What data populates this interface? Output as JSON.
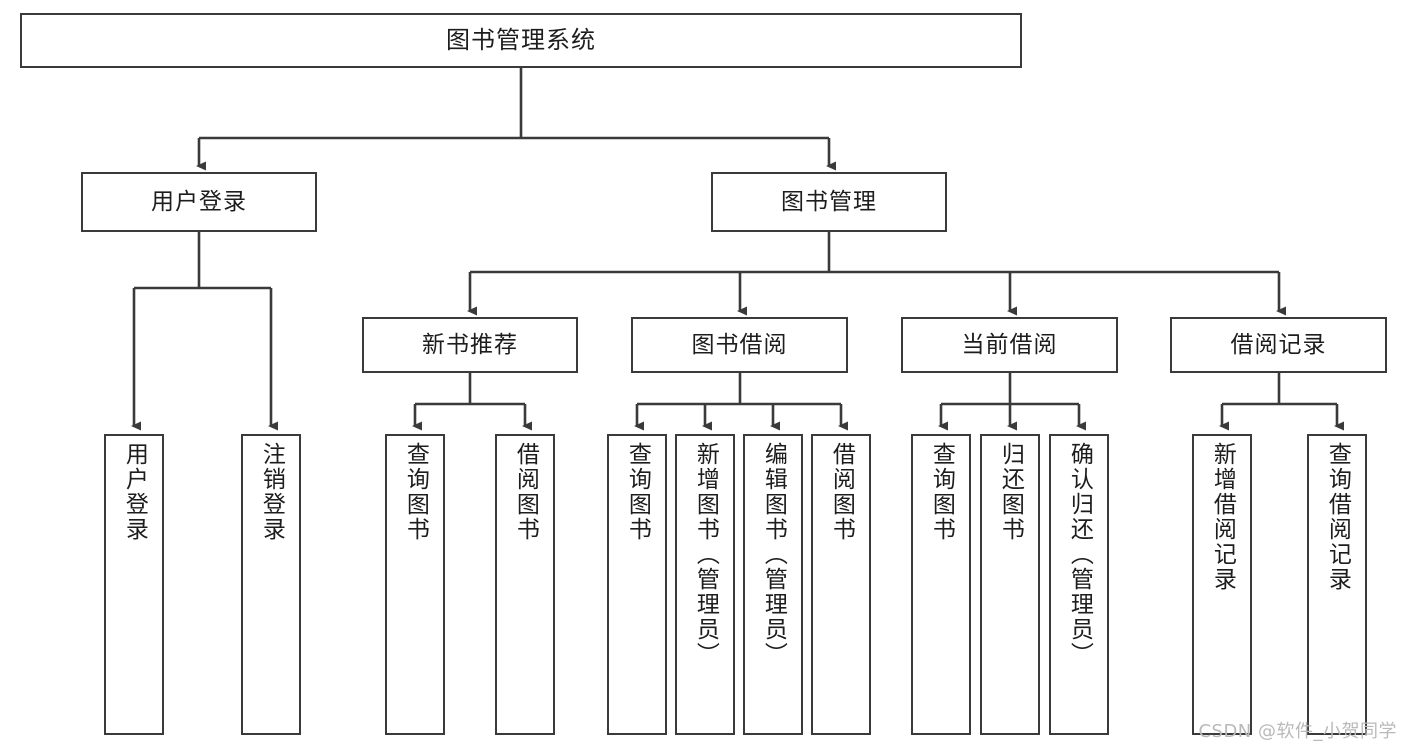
{
  "diagram": {
    "type": "hierarchy-tree",
    "root": {
      "label": "图书管理系统"
    },
    "level2": [
      {
        "label": "用户登录"
      },
      {
        "label": "图书管理"
      }
    ],
    "level3": [
      {
        "label": "新书推荐"
      },
      {
        "label": "图书借阅"
      },
      {
        "label": "当前借阅"
      },
      {
        "label": "借阅记录"
      }
    ],
    "leaves": {
      "user_login": [
        {
          "label": "用户登录"
        },
        {
          "label": "注销登录"
        }
      ],
      "new_book_recommend": [
        {
          "label": "查询图书"
        },
        {
          "label": "借阅图书"
        }
      ],
      "book_borrow": [
        {
          "label": "查询图书"
        },
        {
          "label": "新增图书（管理员）"
        },
        {
          "label": "编辑图书（管理员）"
        },
        {
          "label": "借阅图书"
        }
      ],
      "current_borrow": [
        {
          "label": "查询图书"
        },
        {
          "label": "归还图书"
        },
        {
          "label": "确认归还（管理员）"
        }
      ],
      "borrow_record": [
        {
          "label": "新增借阅记录"
        },
        {
          "label": "查询借阅记录"
        }
      ]
    }
  },
  "watermark": {
    "text": "CSDN @软件_小贺同学"
  },
  "colors": {
    "box_border": "#3a3a3a",
    "line": "#3a3a3a",
    "text": "#1d1d1d",
    "watermark": "#b9b9b9",
    "background": "#ffffff"
  }
}
